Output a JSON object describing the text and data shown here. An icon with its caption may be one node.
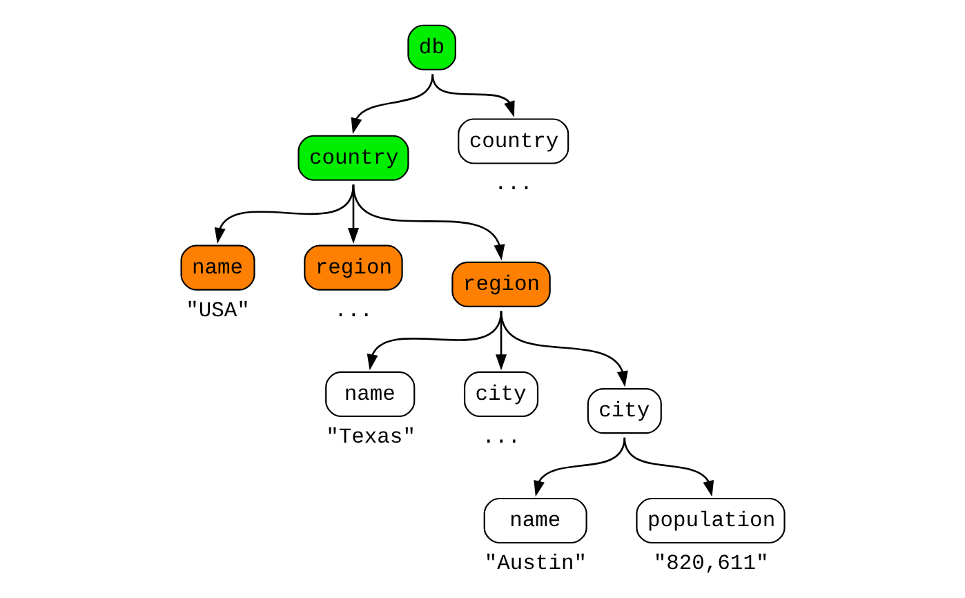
{
  "diagram": {
    "nodes": [
      {
        "text": [
          "db"
        ]
      },
      {
        "text": [
          "country"
        ]
      },
      {
        "text": [
          "country"
        ],
        "beside": [
          "..."
        ]
      },
      {
        "text": [
          "name"
        ],
        "beside": [
          "\"USA\""
        ]
      },
      {
        "text": [
          "region"
        ],
        "beside": [
          "..."
        ]
      },
      {
        "text": [
          "region"
        ]
      },
      {
        "text": [
          "name"
        ],
        "beside": [
          "\"Texas\""
        ]
      },
      {
        "text": [
          "city"
        ],
        "beside": [
          "..."
        ]
      },
      {
        "text": [
          "city"
        ]
      },
      {
        "text": [
          "name"
        ],
        "beside": [
          "\"Austin\""
        ]
      },
      {
        "text": [
          "population"
        ],
        "beside": [
          "\"820,611\""
        ]
      }
    ],
    "edges": [
      {
        "from": 0,
        "to": 1,
        "arrow": "to"
      },
      {
        "from": 0,
        "to": 2,
        "arrow": "to"
      },
      {
        "from": 1,
        "to": 3,
        "arrow": "to"
      },
      {
        "from": 1,
        "to": 4,
        "arrow": "to"
      },
      {
        "from": 1,
        "to": 5,
        "arrow": "to"
      },
      {
        "from": 5,
        "to": 6,
        "arrow": "to"
      },
      {
        "from": 5,
        "to": 7,
        "arrow": "to"
      },
      {
        "from": 5,
        "to": 8,
        "arrow": "to"
      },
      {
        "from": 8,
        "to": 9,
        "arrow": "to"
      },
      {
        "from": 8,
        "to": 10,
        "arrow": "to"
      }
    ]
  }
}
